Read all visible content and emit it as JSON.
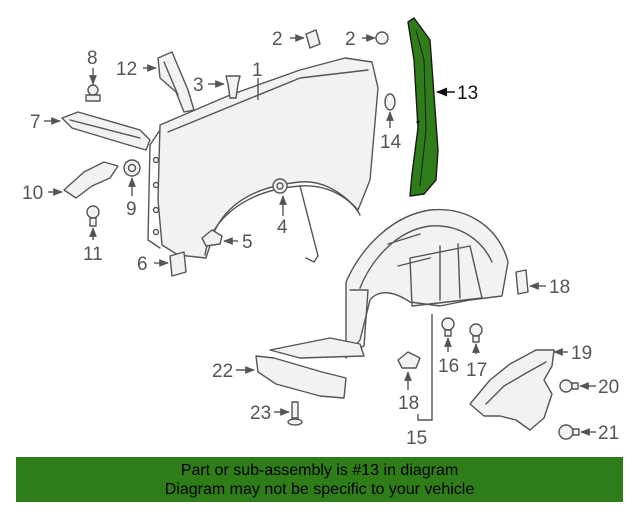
{
  "diagram": {
    "highlight_color": "#2f7d18",
    "highlighted_part": "13",
    "callouts": {
      "c1": "1",
      "c2a": "2",
      "c2b": "2",
      "c3": "3",
      "c4": "4",
      "c5": "5",
      "c6": "6",
      "c7": "7",
      "c8": "8",
      "c9": "9",
      "c10": "10",
      "c11": "11",
      "c12": "12",
      "c13": "13",
      "c14": "14",
      "c15": "15",
      "c16": "16",
      "c17": "17",
      "c18a": "18",
      "c18b": "18",
      "c19": "19",
      "c20": "20",
      "c21": "21",
      "c22": "22",
      "c23": "23"
    }
  },
  "banner": {
    "line1": "Part or sub-assembly is #13 in diagram",
    "line2": "Diagram may not be specific to your vehicle",
    "color": "#2f7d18"
  }
}
